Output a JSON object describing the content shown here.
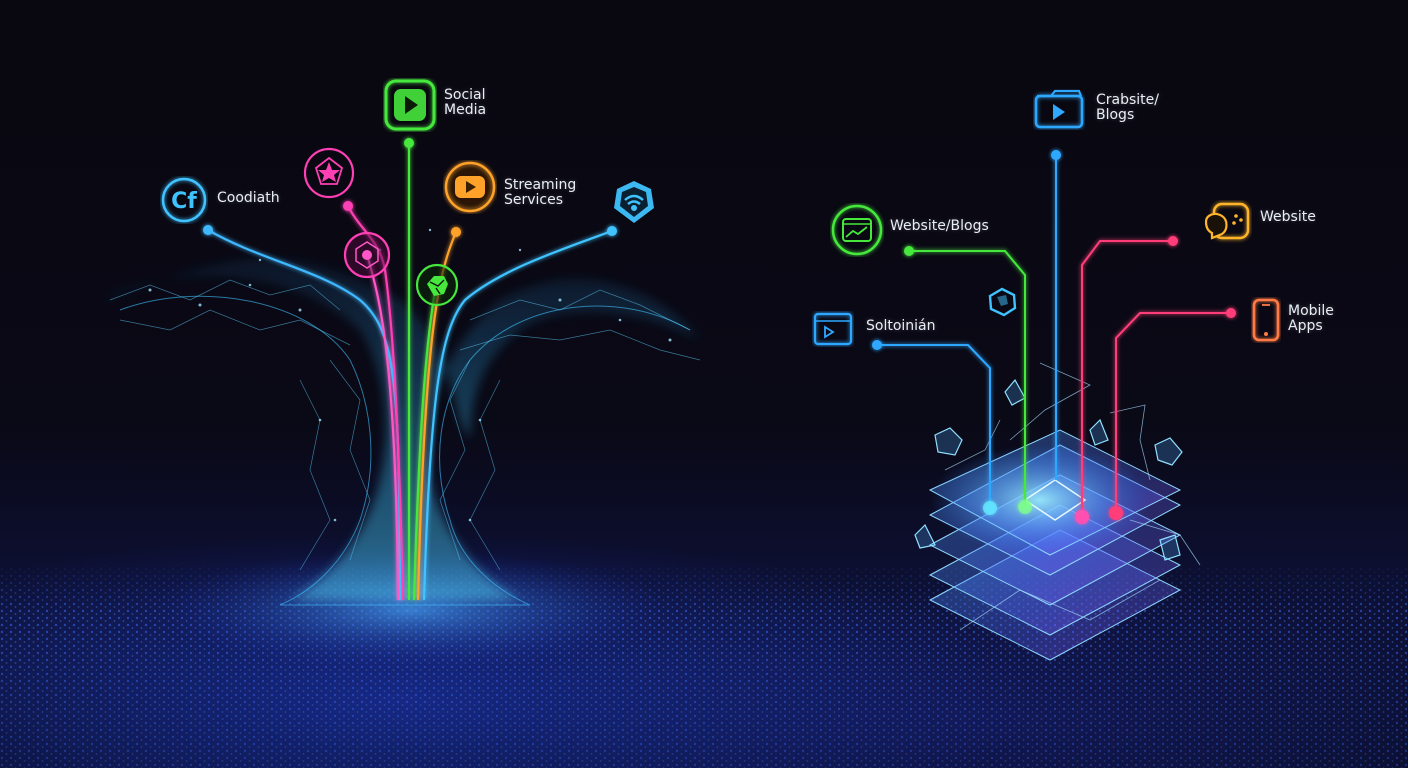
{
  "illustration": {
    "theme": "content distribution network",
    "colors": {
      "background": "#07060f",
      "cyan": "#3fc3ff",
      "green": "#46e83c",
      "magenta": "#ff3fb4",
      "orange": "#ffa22a",
      "red_pink": "#ff3d78",
      "blue": "#2fa8ff"
    }
  },
  "left_tree": {
    "channels": [
      {
        "label": "Coodiath",
        "icon": "cf-logo-icon",
        "color": "#3fc3ff"
      },
      {
        "label": "",
        "icon": "star-pentagon-icon",
        "color": "#ff3fb4"
      },
      {
        "label": "Social\nMedia",
        "icon": "play-button-icon",
        "color": "#46e83c"
      },
      {
        "label": "Streaming\nServices",
        "icon": "video-play-icon",
        "color": "#ffa22a"
      },
      {
        "label": "",
        "icon": "wifi-shield-icon",
        "color": "#3fc3ff"
      },
      {
        "label": "",
        "icon": "network-node-icon",
        "color": "#ff3fb4"
      },
      {
        "label": "",
        "icon": "globe-leaf-icon",
        "color": "#46e83c"
      }
    ]
  },
  "right_stack": {
    "channels": [
      {
        "label": "Crabsite/\nBlogs",
        "icon": "video-folder-icon",
        "color": "#2fa8ff"
      },
      {
        "label": "Website/Blogs",
        "icon": "chart-window-icon",
        "color": "#46e83c"
      },
      {
        "label": "Website",
        "icon": "chat-bubbles-icon",
        "color": "#ffb52a"
      },
      {
        "label": "Soltoinián",
        "icon": "video-window-icon",
        "color": "#2fa8ff"
      },
      {
        "label": "Mobile\nApps",
        "icon": "smartphone-icon",
        "color": "#ff7a45"
      },
      {
        "label": "",
        "icon": "polyhedron-icon",
        "color": "#3fc3ff"
      }
    ],
    "layers": 5
  }
}
